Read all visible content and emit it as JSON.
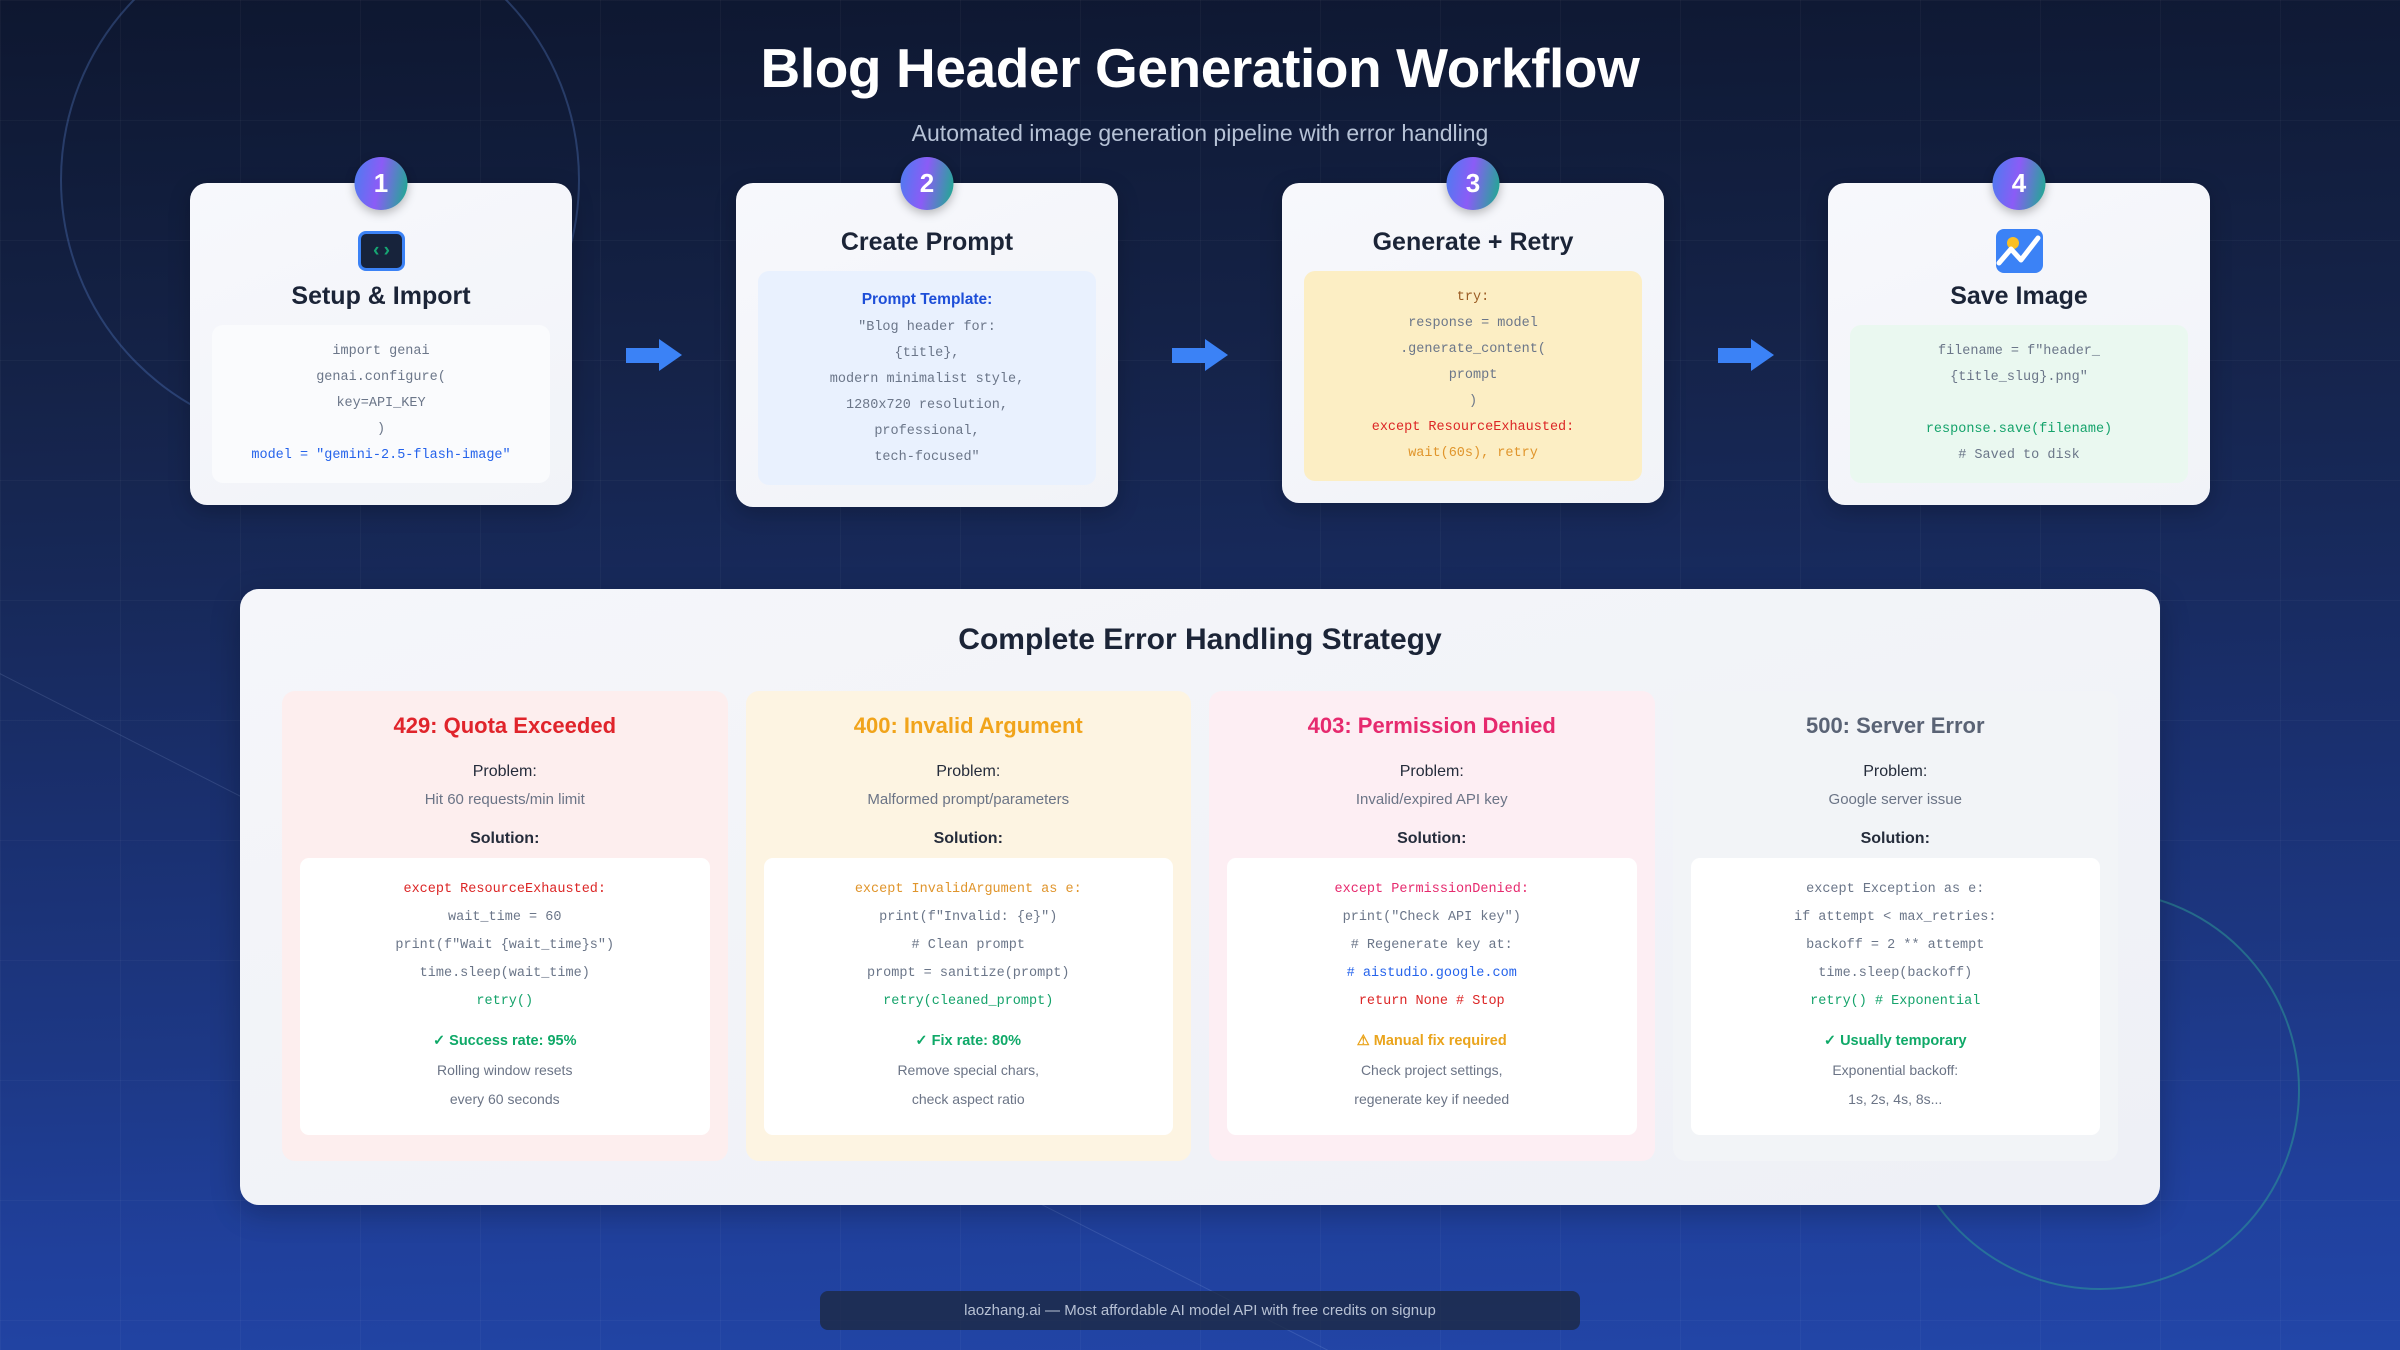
{
  "header": {
    "title": "Blog Header Generation Workflow",
    "subtitle": "Automated image generation pipeline with error handling"
  },
  "colors": {
    "accent_blue": "#3b82f6",
    "badge_gradient": "#4a7df0 -> #8b5cf6 -> #18b08a",
    "error_429": "#e0242b",
    "error_400": "#f1a41b",
    "error_403": "#e62a6e",
    "error_500": "#5a6375",
    "success_green": "#0fa968"
  },
  "workflow": {
    "arrow_icon": "arrow-right-icon",
    "steps": [
      {
        "number": "1",
        "icon": "code-brackets-icon",
        "icon_glyph": "‹›",
        "title": "Setup & Import",
        "code_lines": [
          {
            "text": "import genai",
            "style": "gray"
          },
          {
            "text": "genai.configure(",
            "style": "gray"
          },
          {
            "text": "key=API_KEY",
            "style": "gray"
          },
          {
            "text": ")",
            "style": "gray"
          },
          {
            "text": "model = \"gemini-2.5-flash-image\"",
            "style": "blue"
          }
        ]
      },
      {
        "number": "2",
        "icon": "none",
        "icon_glyph": "",
        "title": "Create Prompt",
        "code_lines": [
          {
            "text": "Prompt Template:",
            "style": "blueb"
          },
          {
            "text": "\"Blog header for:",
            "style": "gray"
          },
          {
            "text": "{title},",
            "style": "gray"
          },
          {
            "text": "modern minimalist style,",
            "style": "gray"
          },
          {
            "text": "1280x720 resolution,",
            "style": "gray"
          },
          {
            "text": "professional,",
            "style": "gray"
          },
          {
            "text": "tech-focused\"",
            "style": "gray"
          }
        ]
      },
      {
        "number": "3",
        "icon": "none",
        "icon_glyph": "",
        "title": "Generate + Retry",
        "code_lines": [
          {
            "text": "try:",
            "style": "brown"
          },
          {
            "text": "response = model",
            "style": "gray"
          },
          {
            "text": ".generate_content(",
            "style": "gray"
          },
          {
            "text": "prompt",
            "style": "gray"
          },
          {
            "text": ")",
            "style": "gray"
          },
          {
            "text": "except ResourceExhausted:",
            "style": "red"
          },
          {
            "text": "wait(60s), retry",
            "style": "orange"
          }
        ]
      },
      {
        "number": "4",
        "icon": "image-picture-icon",
        "icon_glyph": "",
        "title": "Save Image",
        "code_lines": [
          {
            "text": "filename = f\"header_",
            "style": "gray"
          },
          {
            "text": "{title_slug}.png\"",
            "style": "gray"
          },
          {
            "text": "",
            "style": "gray"
          },
          {
            "text": "response.save(filename)",
            "style": "green"
          },
          {
            "text": "# Saved to disk",
            "style": "gray"
          }
        ]
      }
    ]
  },
  "error_panel": {
    "title": "Complete Error Handling Strategy",
    "problem_label": "Problem:",
    "solution_label": "Solution:",
    "cards": [
      {
        "theme": "red",
        "title": "429: Quota Exceeded",
        "problem": "Hit 60 requests/min limit",
        "code_lines": [
          {
            "text": "except ResourceExhausted:",
            "style": "red"
          },
          {
            "text": "wait_time = 60",
            "style": "gray"
          },
          {
            "text": "print(f\"Wait {wait_time}s\")",
            "style": "gray"
          },
          {
            "text": "time.sleep(wait_time)",
            "style": "gray"
          },
          {
            "text": "retry()",
            "style": "green"
          }
        ],
        "note_title": "✓ Success rate: 95%",
        "note_title_style": "green",
        "note_lines": [
          "Rolling window resets",
          "every 60 seconds"
        ]
      },
      {
        "theme": "amber",
        "title": "400: Invalid Argument",
        "problem": "Malformed prompt/parameters",
        "code_lines": [
          {
            "text": "except InvalidArgument as e:",
            "style": "orange"
          },
          {
            "text": "print(f\"Invalid: {e}\")",
            "style": "gray"
          },
          {
            "text": "# Clean prompt",
            "style": "gray"
          },
          {
            "text": "prompt = sanitize(prompt)",
            "style": "gray"
          },
          {
            "text": "retry(cleaned_prompt)",
            "style": "green"
          }
        ],
        "note_title": "✓ Fix rate: 80%",
        "note_title_style": "green",
        "note_lines": [
          "Remove special chars,",
          "check aspect ratio"
        ]
      },
      {
        "theme": "pink",
        "title": "403: Permission Denied",
        "problem": "Invalid/expired API key",
        "code_lines": [
          {
            "text": "except PermissionDenied:",
            "style": "pink"
          },
          {
            "text": "print(\"Check API key\")",
            "style": "gray"
          },
          {
            "text": "# Regenerate key at:",
            "style": "gray"
          },
          {
            "text": "# aistudio.google.com",
            "style": "blue"
          },
          {
            "text": "return None # Stop",
            "style": "red"
          }
        ],
        "note_title": "⚠ Manual fix required",
        "note_title_style": "amber",
        "note_lines": [
          "Check project settings,",
          "regenerate key if needed"
        ]
      },
      {
        "theme": "gray",
        "title": "500: Server Error",
        "problem": "Google server issue",
        "code_lines": [
          {
            "text": "except Exception as e:",
            "style": "gray"
          },
          {
            "text": "if attempt < max_retries:",
            "style": "gray"
          },
          {
            "text": "backoff = 2 ** attempt",
            "style": "gray"
          },
          {
            "text": "time.sleep(backoff)",
            "style": "gray"
          },
          {
            "text": "retry() # Exponential",
            "style": "green"
          }
        ],
        "note_title": "✓ Usually temporary",
        "note_title_style": "green",
        "note_lines": [
          "Exponential backoff:",
          "1s, 2s, 4s, 8s..."
        ]
      }
    ]
  },
  "footer": {
    "text": "laozhang.ai — Most affordable AI model API with free credits on signup"
  }
}
